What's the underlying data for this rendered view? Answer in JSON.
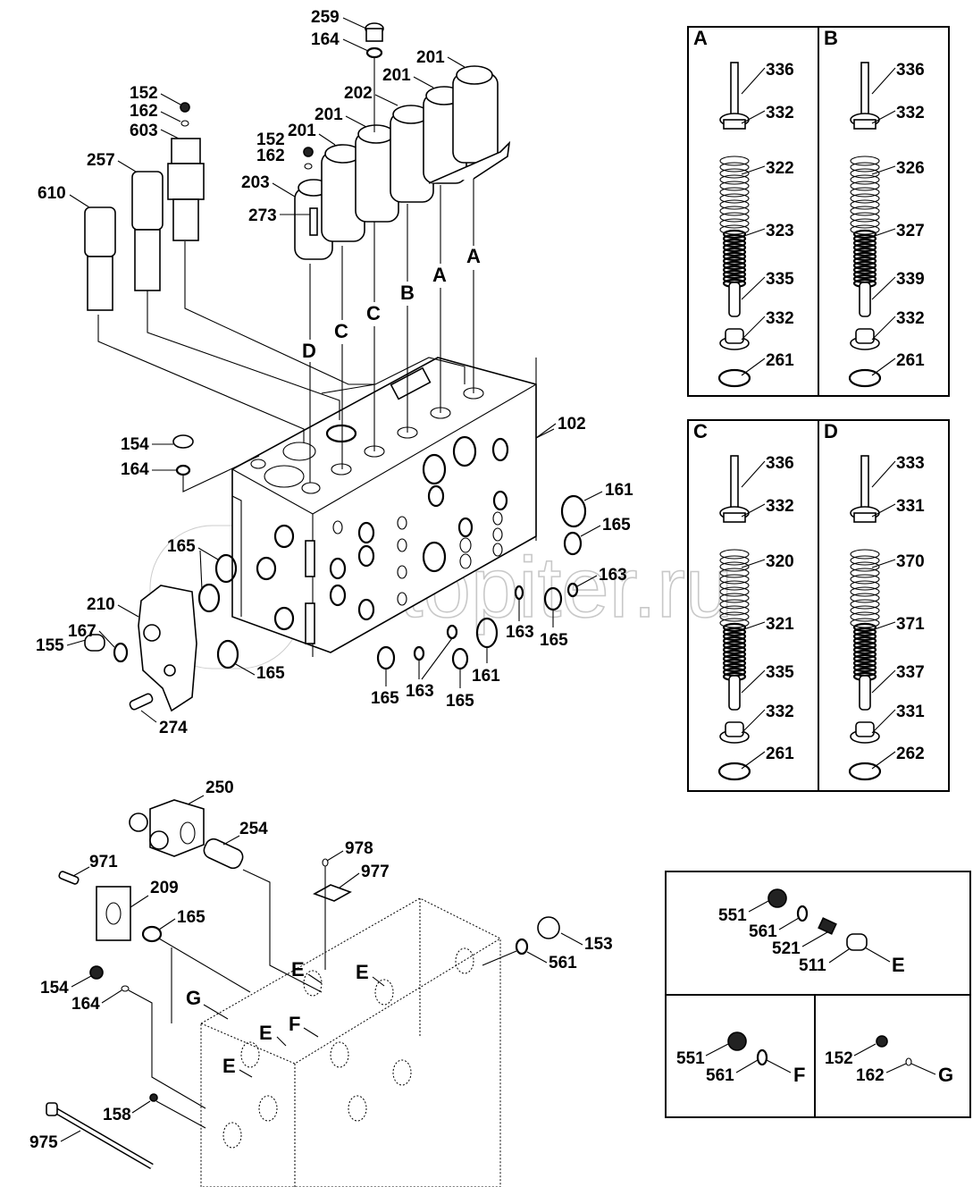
{
  "title": "Control valve exploded parts diagram",
  "watermark": "autopiter.ru",
  "main_labels": {
    "l259": "259",
    "l164a": "164",
    "l201a": "201",
    "l201b": "201",
    "l202": "202",
    "l201c": "201",
    "l201d": "201",
    "l152a": "152",
    "l162a": "162",
    "l603": "603",
    "l152b": "152",
    "l162b": "162",
    "l257": "257",
    "l610": "610",
    "l203": "203",
    "l273": "273",
    "refD": "D",
    "refC1": "C",
    "refC2": "C",
    "refB": "B",
    "refA1": "A",
    "refA2": "A",
    "l102": "102",
    "l154a": "154",
    "l164b": "164",
    "l161a": "161",
    "l165a": "165",
    "l163a": "163",
    "l165b": "165",
    "l210": "210",
    "l167": "167",
    "l155": "155",
    "l165c": "165",
    "l274": "274",
    "l163b": "163",
    "l165d": "165",
    "l161b": "161",
    "l165e": "165",
    "l163c": "163",
    "l165f": "165"
  },
  "lower_labels": {
    "l250": "250",
    "l254": "254",
    "l978": "978",
    "l977": "977",
    "l971": "971",
    "l209": "209",
    "l165": "165",
    "l153": "153",
    "l561": "561",
    "l154": "154",
    "l164": "164",
    "l158": "158",
    "l975": "975",
    "refE1": "E",
    "refE2": "E",
    "refE3": "E",
    "refE4": "E",
    "refF": "F",
    "refG": "G"
  },
  "detail_panels": [
    {
      "id": "A",
      "labels": [
        "336",
        "332",
        "322",
        "323",
        "335",
        "332",
        "261"
      ]
    },
    {
      "id": "B",
      "labels": [
        "336",
        "332",
        "326",
        "327",
        "339",
        "332",
        "261"
      ]
    },
    {
      "id": "C",
      "labels": [
        "336",
        "332",
        "320",
        "321",
        "335",
        "332",
        "261"
      ]
    },
    {
      "id": "D",
      "labels": [
        "333",
        "331",
        "370",
        "371",
        "337",
        "331",
        "262"
      ]
    }
  ],
  "plug_panels": {
    "E": {
      "labels": [
        "551",
        "561",
        "521",
        "511"
      ],
      "ref": "E"
    },
    "F": {
      "labels": [
        "551",
        "561"
      ],
      "ref": "F"
    },
    "G": {
      "labels": [
        "152",
        "162"
      ],
      "ref": "G"
    }
  }
}
